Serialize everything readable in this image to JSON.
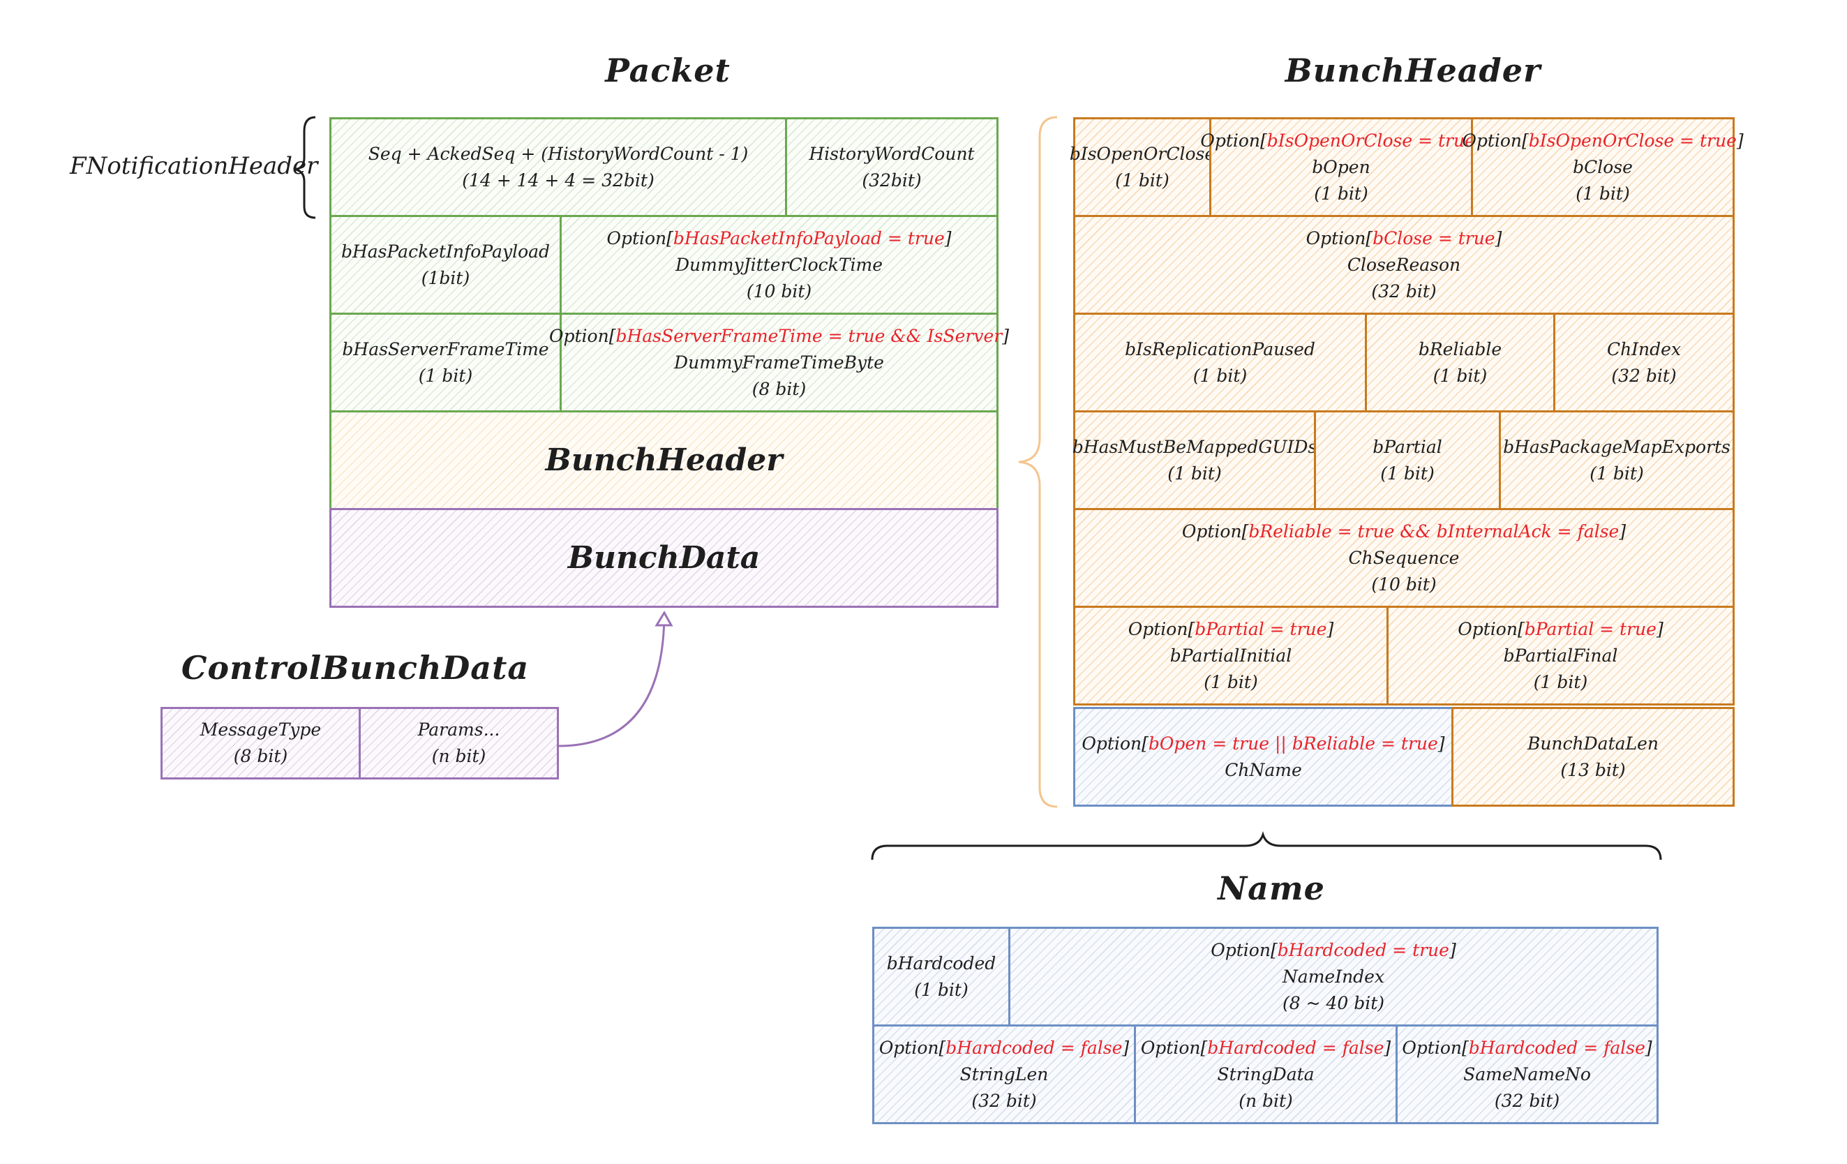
{
  "titles": {
    "packet": "Packet",
    "bunch_header": "BunchHeader",
    "control_bunch_data": "ControlBunchData",
    "name": "Name"
  },
  "side_labels": {
    "fnotification_header": "FNotificationHeader"
  },
  "packet": {
    "seq_field": {
      "l1": "Seq + AckedSeq + (HistoryWordCount - 1)",
      "l2": "(14 + 14 + 4  = 32bit)"
    },
    "history_word_count": {
      "l1": "HistoryWordCount",
      "l2": "(32bit)"
    },
    "has_packet_info_payload": {
      "l1": "bHasPacketInfoPayload",
      "l2": "(1bit)"
    },
    "dummy_jitter": {
      "opt_prefix": "Option[",
      "cond": "bHasPacketInfoPayload = true",
      "opt_suffix": "]",
      "l2": "DummyJitterClockTime",
      "l3": "(10 bit)"
    },
    "has_server_frame_time": {
      "l1": "bHasServerFrameTime",
      "l2": "(1 bit)"
    },
    "dummy_frame_time": {
      "opt_prefix": "Option[",
      "cond": "bHasServerFrameTime = true && IsServer",
      "opt_suffix": "]",
      "l2": "DummyFrameTimeByte",
      "l3": "(8 bit)"
    },
    "bunch_header_label": "BunchHeader",
    "bunch_data_label": "BunchData"
  },
  "control_bunch": {
    "message_type": {
      "l1": "MessageType",
      "l2": "(8 bit)"
    },
    "params": {
      "l1": "Params...",
      "l2": "(n bit)"
    }
  },
  "bunch_header": {
    "is_open_or_close": {
      "l1": "bIsOpenOrClose",
      "l2": "(1 bit)"
    },
    "open": {
      "opt_prefix": "Option[",
      "cond": "bIsOpenOrClose = true",
      "opt_suffix": "]",
      "l2": "bOpen",
      "l3": "(1 bit)"
    },
    "close": {
      "opt_prefix": "Option[",
      "cond": "bIsOpenOrClose = true",
      "opt_suffix": "]",
      "l2": "bClose",
      "l3": "(1 bit)"
    },
    "close_reason": {
      "opt_prefix": "Option[",
      "cond": "bClose = true",
      "opt_suffix": "]",
      "l2": "CloseReason",
      "l3": "(32 bit)"
    },
    "replication_paused": {
      "l1": "bIsReplicationPaused",
      "l2": "(1 bit)"
    },
    "reliable": {
      "l1": "bReliable",
      "l2": "(1 bit)"
    },
    "ch_index": {
      "l1": "ChIndex",
      "l2": "(32 bit)"
    },
    "must_be_mapped": {
      "l1": "bHasMustBeMappedGUIDs",
      "l2": "(1 bit)"
    },
    "partial": {
      "l1": "bPartial",
      "l2": "(1 bit)"
    },
    "package_map_exports": {
      "l1": "bHasPackageMapExports",
      "l2": "(1 bit)"
    },
    "ch_sequence": {
      "opt_prefix": "Option[",
      "cond": "bReliable = true &&  bInternalAck = false",
      "opt_suffix": "]",
      "l2": "ChSequence",
      "l3": "(10 bit)"
    },
    "partial_initial": {
      "opt_prefix": "Option[",
      "cond": "bPartial = true",
      "opt_suffix": "]",
      "l2": "bPartialInitial",
      "l3": "(1 bit)"
    },
    "partial_final": {
      "opt_prefix": "Option[",
      "cond": "bPartial = true",
      "opt_suffix": "]",
      "l2": "bPartialFinal",
      "l3": "(1 bit)"
    },
    "ch_name": {
      "opt_prefix": "Option[",
      "cond": "bOpen = true || bReliable = true",
      "opt_suffix": "]",
      "l2": "ChName"
    },
    "bunch_data_len": {
      "l1": "BunchDataLen",
      "l2": "(13 bit)"
    }
  },
  "name": {
    "hardcoded": {
      "l1": "bHardcoded",
      "l2": "(1 bit)"
    },
    "name_index": {
      "opt_prefix": "Option[",
      "cond": "bHardcoded = true",
      "opt_suffix": "]",
      "l2": "NameIndex",
      "l3": "(8 ~ 40 bit)"
    },
    "string_len": {
      "opt_prefix": "Option[",
      "cond": "bHardcoded = false",
      "opt_suffix": "]",
      "l2": "StringLen",
      "l3": "(32 bit)"
    },
    "string_data": {
      "opt_prefix": "Option[",
      "cond": "bHardcoded = false",
      "opt_suffix": "]",
      "l2": "StringData",
      "l3": "(n bit)"
    },
    "same_name_no": {
      "opt_prefix": "Option[",
      "cond": "bHardcoded = false",
      "opt_suffix": "]",
      "l2": "SameNameNo",
      "l3": "(32 bit)"
    }
  },
  "colors": {
    "green": "#6aa84f",
    "orange": "#c87a1e",
    "purple": "#9a72b5",
    "blue": "#6d8fc4",
    "condition_red": "#e8232a",
    "brace_orange": "#f3c58f"
  }
}
